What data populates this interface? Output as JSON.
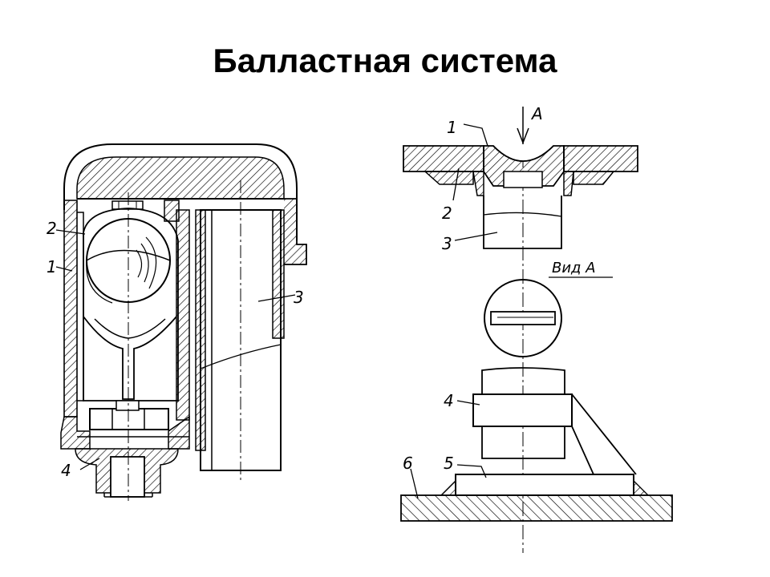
{
  "slide": {
    "title": "Балластная система"
  },
  "left_drawing": {
    "callouts": [
      "2",
      "1",
      "3",
      "4"
    ]
  },
  "right_drawing": {
    "arrow_label": "A",
    "callouts_top": [
      "1",
      "2",
      "3"
    ],
    "view_label": "Вид А",
    "callouts_bottom": [
      "4",
      "5",
      "6"
    ]
  },
  "colors": {
    "ink": "#000000",
    "background": "#ffffff"
  }
}
